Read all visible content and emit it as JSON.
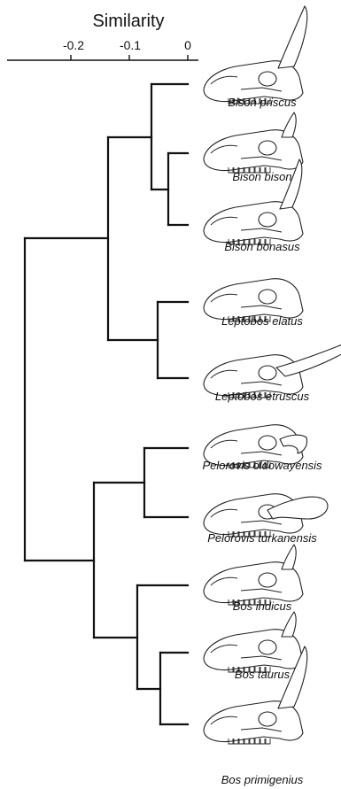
{
  "figure": {
    "axis": {
      "title": "Similarity",
      "ticks": [
        "-0.2",
        "-0.1",
        "0"
      ]
    },
    "taxa": [
      {
        "name": "Bison priscus",
        "horn": "long-up"
      },
      {
        "name": "Bison bison",
        "horn": "short-up"
      },
      {
        "name": "Bison bonasus",
        "horn": "medium-up"
      },
      {
        "name": "Leptobos elatus",
        "horn": "none"
      },
      {
        "name": "Leptobos etruscus",
        "horn": "long-back"
      },
      {
        "name": "Pelorovis oldowayensis",
        "horn": "short-back"
      },
      {
        "name": "Pelorovis turkanensis",
        "horn": "curled-back"
      },
      {
        "name": "Bos indicus",
        "horn": "short-up"
      },
      {
        "name": "Bos taurus",
        "horn": "short-up"
      },
      {
        "name": "Bos primigenius",
        "horn": "long-up"
      }
    ],
    "tree": "(((((Bison priscus,(Bison bison,Bison bonasus)),(Leptobos elatus,Leptobos etruscus))),((Pelorovis oldowayensis,Pelorovis turkanensis),(Bos indicus,(Bos taurus,Bos primigenius)))))",
    "colors": {
      "line": "#111111",
      "skull_fill": "#ffffff"
    }
  }
}
